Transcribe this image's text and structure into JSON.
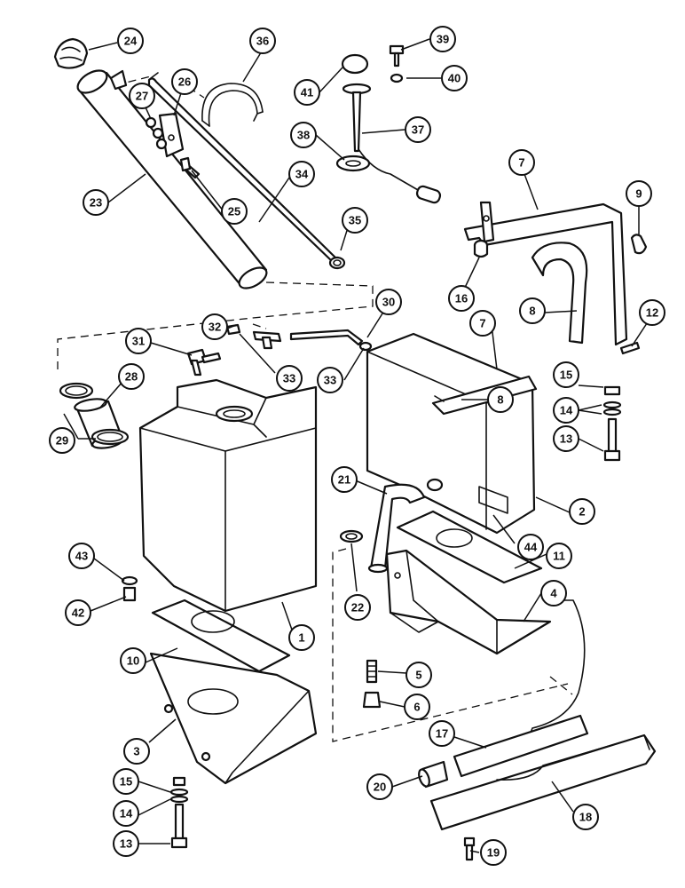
{
  "callouts": [
    {
      "id": "c24",
      "label": "24"
    },
    {
      "id": "c36",
      "label": "36"
    },
    {
      "id": "c39",
      "label": "39"
    },
    {
      "id": "c40",
      "label": "40"
    },
    {
      "id": "c41",
      "label": "41"
    },
    {
      "id": "c37",
      "label": "37"
    },
    {
      "id": "c38",
      "label": "38"
    },
    {
      "id": "c27",
      "label": "27"
    },
    {
      "id": "c26",
      "label": "26"
    },
    {
      "id": "c23",
      "label": "23"
    },
    {
      "id": "c25",
      "label": "25"
    },
    {
      "id": "c34",
      "label": "34"
    },
    {
      "id": "c35",
      "label": "35"
    },
    {
      "id": "c7a",
      "label": "7"
    },
    {
      "id": "c9",
      "label": "9"
    },
    {
      "id": "c16",
      "label": "16"
    },
    {
      "id": "c8a",
      "label": "8"
    },
    {
      "id": "c12",
      "label": "12"
    },
    {
      "id": "c30",
      "label": "30"
    },
    {
      "id": "c32",
      "label": "32"
    },
    {
      "id": "c31",
      "label": "31"
    },
    {
      "id": "c33a",
      "label": "33"
    },
    {
      "id": "c33b",
      "label": "33"
    },
    {
      "id": "c7b",
      "label": "7"
    },
    {
      "id": "c8b",
      "label": "8"
    },
    {
      "id": "c15a",
      "label": "15"
    },
    {
      "id": "c14a",
      "label": "14"
    },
    {
      "id": "c13a",
      "label": "13"
    },
    {
      "id": "c28",
      "label": "28"
    },
    {
      "id": "c29",
      "label": "29"
    },
    {
      "id": "c21",
      "label": "21"
    },
    {
      "id": "c2",
      "label": "2"
    },
    {
      "id": "c44",
      "label": "44"
    },
    {
      "id": "c11",
      "label": "11"
    },
    {
      "id": "c43",
      "label": "43"
    },
    {
      "id": "c42",
      "label": "42"
    },
    {
      "id": "c22",
      "label": "22"
    },
    {
      "id": "c4",
      "label": "4"
    },
    {
      "id": "c1",
      "label": "1"
    },
    {
      "id": "c10",
      "label": "10"
    },
    {
      "id": "c5",
      "label": "5"
    },
    {
      "id": "c6",
      "label": "6"
    },
    {
      "id": "c3",
      "label": "3"
    },
    {
      "id": "c17",
      "label": "17"
    },
    {
      "id": "c15b",
      "label": "15"
    },
    {
      "id": "c20",
      "label": "20"
    },
    {
      "id": "c14b",
      "label": "14"
    },
    {
      "id": "c18",
      "label": "18"
    },
    {
      "id": "c13b",
      "label": "13"
    },
    {
      "id": "c19",
      "label": "19"
    }
  ]
}
